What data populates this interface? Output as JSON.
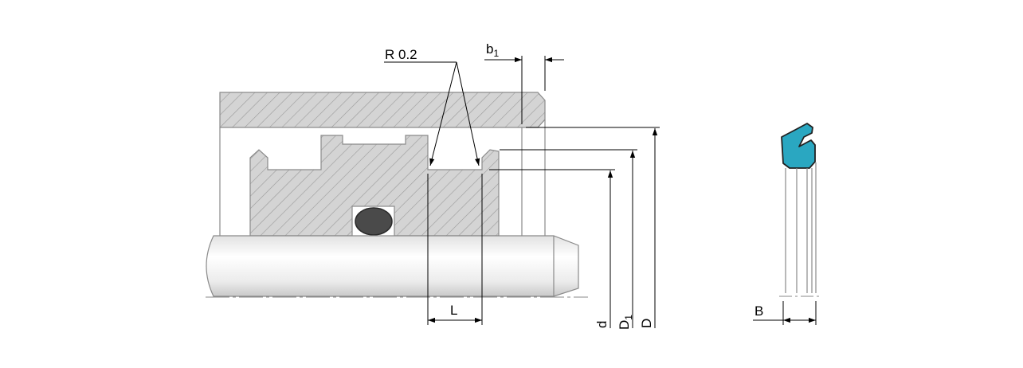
{
  "labels": {
    "radius": "R 0.2",
    "b1_main": "b",
    "b1_sub": "1",
    "length": "L",
    "d": "d",
    "d1_main": "D",
    "d1_sub": "1",
    "big_d": "D",
    "width": "B"
  },
  "colors": {
    "hatch_fill": "#d4d4d4",
    "hatch_line": "#9a9a9a",
    "outline": "#8a8a8a",
    "seal": "#2aa7c1",
    "oring": "#4a4a4a"
  }
}
